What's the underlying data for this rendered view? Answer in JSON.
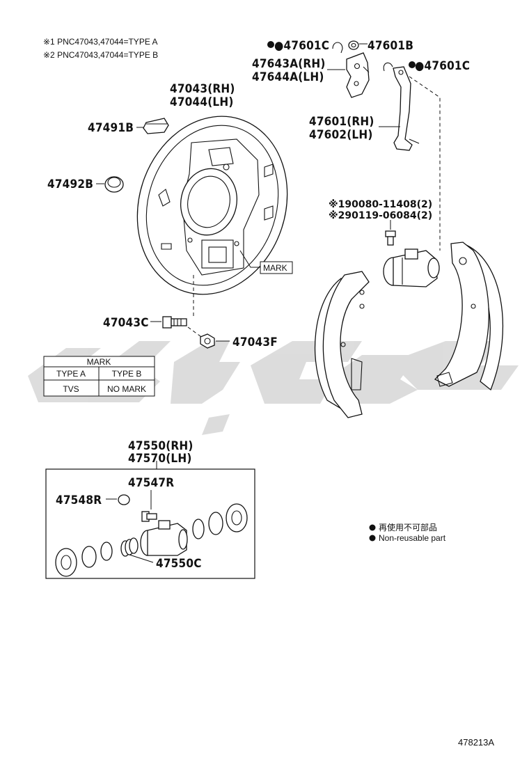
{
  "notes": {
    "type_a": "※1 PNC47043,47044=TYPE A",
    "type_b": "※2 PNC47043,47044=TYPE B"
  },
  "parts": {
    "p47601C_top": "●47601C",
    "p47601B": "47601B",
    "p47643A": "47643A(RH)",
    "p47644A": "47644A(LH)",
    "p47601C_right": "●47601C",
    "p47043": "47043(RH)",
    "p47044": "47044(LH)",
    "p47491B": "47491B",
    "p47492B": "47492B",
    "p47601": "47601(RH)",
    "p47602": "47602(LH)",
    "bolt1": "※190080-11408(2)",
    "bolt2": "※290119-06084(2)",
    "mark": "MARK",
    "p47043C": "47043C",
    "p47043F": "47043F",
    "p47550": "47550(RH)",
    "p47570": "47570(LH)",
    "p47547R": "47547R",
    "p47548R": "47548R",
    "p47550C": "47550C"
  },
  "mark_table": {
    "title": "MARK",
    "headers": [
      "TYPE A",
      "TYPE B"
    ],
    "values": [
      "TVS",
      "NO MARK"
    ]
  },
  "legend": {
    "cn": "再使用不可部品",
    "en": "Non-reusable part"
  },
  "code": "478213A",
  "colors": {
    "line": "#111111",
    "watermark": "#d9d9d9"
  }
}
